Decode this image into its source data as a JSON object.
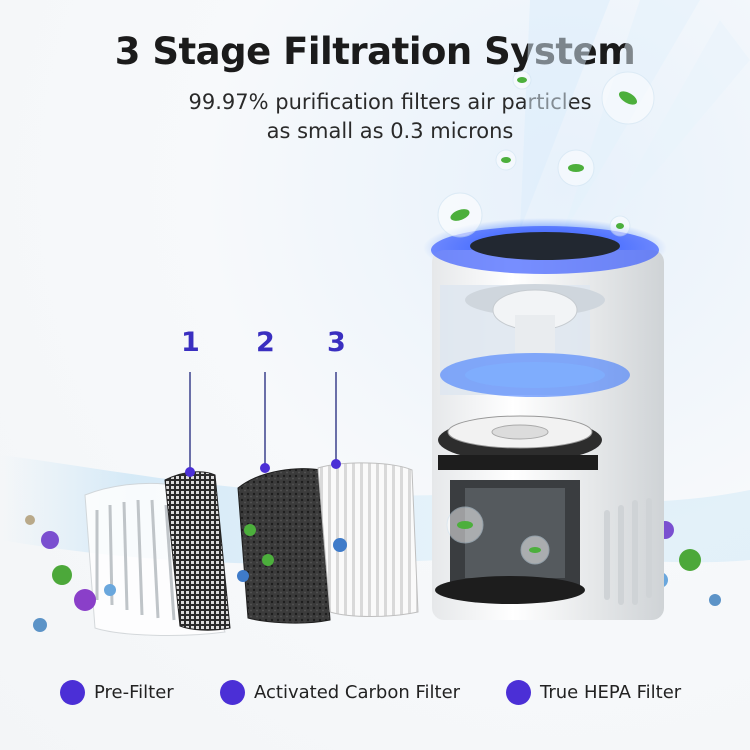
{
  "header": {
    "title": "3 Stage Filtration System",
    "subtitle_line1": "99.97% purification filters air particles",
    "subtitle_line2": "as small as 0.3 microns"
  },
  "stages": [
    {
      "number": "1"
    },
    {
      "number": "2"
    },
    {
      "number": "3"
    }
  ],
  "legend": [
    {
      "label": "Pre-Filter"
    },
    {
      "label": "Activated Carbon Filter"
    },
    {
      "label": "True HEPA Filter"
    }
  ],
  "colors": {
    "accent": "#3a2fc0",
    "legend_dot": "#4b2fd6",
    "glow_blue": "#2f6fff",
    "leaf_green": "#4caf3c"
  }
}
